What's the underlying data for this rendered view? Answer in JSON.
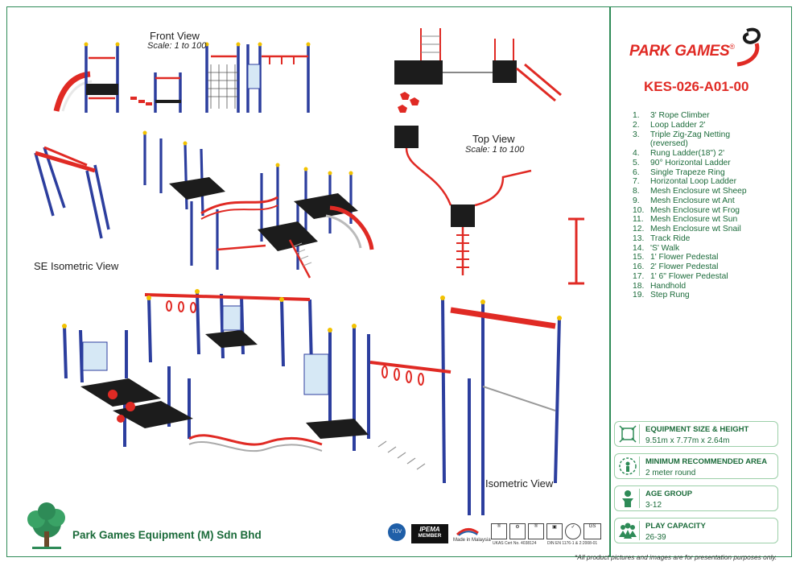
{
  "views": {
    "front": {
      "title": "Front View",
      "scale": "Scale: 1 to 100"
    },
    "top": {
      "title": "Top View",
      "scale": "Scale: 1 to 100"
    },
    "se_iso": {
      "title": "SE Isometric View"
    },
    "iso": {
      "title": "Isometric View"
    }
  },
  "brand": {
    "logo": "PARK GAMES",
    "logo_mark": "®",
    "code": "KES-026-A01-00"
  },
  "components": [
    {
      "n": "1.",
      "label": "3' Rope Climber"
    },
    {
      "n": "2.",
      "label": "Loop Ladder 2'"
    },
    {
      "n": "3.",
      "label": "Triple Zig-Zag Netting (reversed)"
    },
    {
      "n": "4.",
      "label": "Rung Ladder(18\") 2'"
    },
    {
      "n": "5.",
      "label": "90° Horizontal Ladder"
    },
    {
      "n": "6.",
      "label": "Single Trapeze Ring"
    },
    {
      "n": "7.",
      "label": "Horizontal Loop Ladder"
    },
    {
      "n": "8.",
      "label": "Mesh Enclosure wt Sheep"
    },
    {
      "n": "9.",
      "label": "Mesh Enclosure wt Ant"
    },
    {
      "n": "10.",
      "label": "Mesh Enclosure wt Frog"
    },
    {
      "n": "11.",
      "label": "Mesh Enclosure wt Sun"
    },
    {
      "n": "12.",
      "label": "Mesh Enclosure wt Snail"
    },
    {
      "n": "13.",
      "label": "Track Ride"
    },
    {
      "n": "14.",
      "label": "'S' Walk"
    },
    {
      "n": "15.",
      "label": "1' Flower Pedestal"
    },
    {
      "n": "16.",
      "label": "2' Flower Pedestal"
    },
    {
      "n": "17.",
      "label": "1' 6\" Flower Pedestal"
    },
    {
      "n": "18.",
      "label": "Handhold"
    },
    {
      "n": "19.",
      "label": "Step Rung"
    }
  ],
  "specs": [
    {
      "label": "EQUIPMENT SIZE & HEIGHT",
      "value": "9.51m x 7.77m x 2.64m",
      "icon": "size-icon"
    },
    {
      "label": "MINIMUM RECOMMENDED AREA",
      "value": "2 meter round",
      "icon": "area-icon"
    },
    {
      "label": "AGE GROUP",
      "value": "3-12",
      "icon": "child-icon"
    },
    {
      "label": "PLAY CAPACITY",
      "value": "26-39",
      "icon": "group-icon"
    }
  ],
  "company": "Park Games Equipment (M) Sdn Bhd",
  "certifications": {
    "tuv": "TÜV",
    "ipema_top": "IPEMA",
    "ipema_bottom": "MEMBER",
    "made_in": "Made in Malaysia",
    "cert_no": "UKAS Cert No. 4038124",
    "din": "DIN EN 1176-1 & 2:2008-01"
  },
  "disclaimer": "*All product pictures and images are for presentation purposes only.",
  "colors": {
    "brand_green": "#1b6b3a",
    "frame_green": "#2e8b57",
    "red": "#e02a24",
    "post_blue": "#2c3e9e",
    "deck_black": "#1c1c1c",
    "cap_yellow": "#f2c200"
  }
}
